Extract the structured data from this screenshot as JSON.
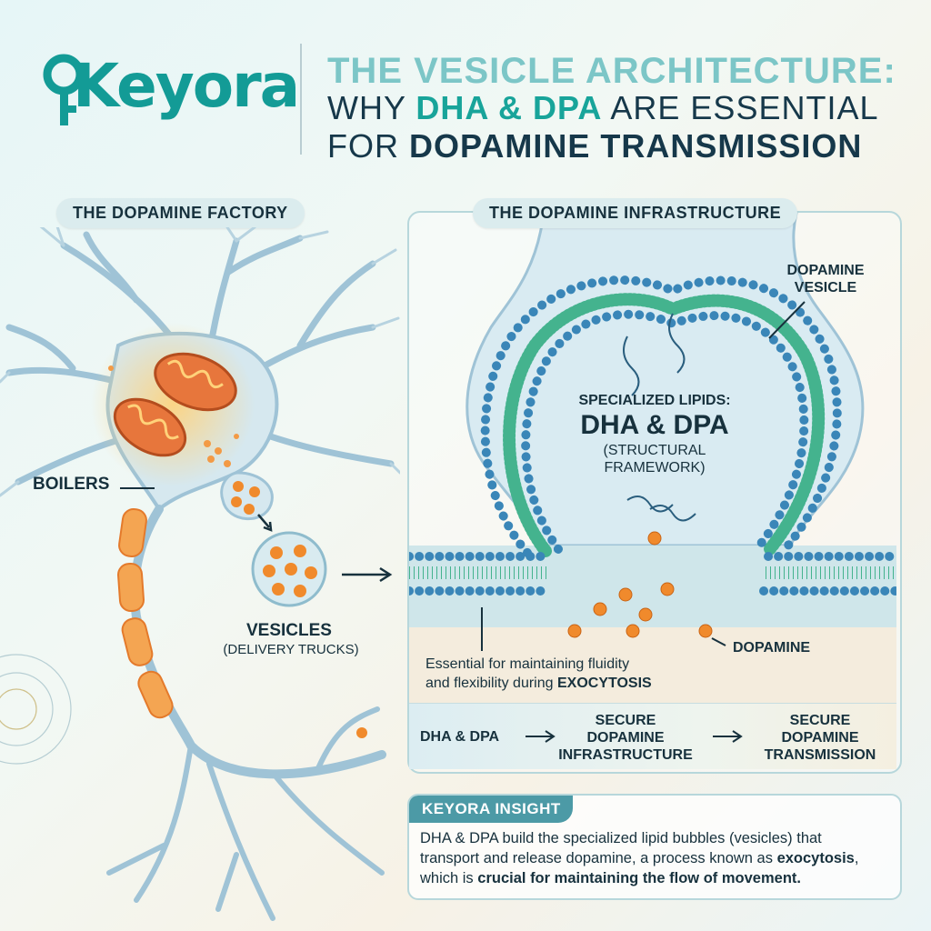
{
  "brand": {
    "name": "Keyora"
  },
  "title": {
    "line1": "THE VESICLE ARCHITECTURE:",
    "line2_pre": "WHY ",
    "line2_hl1": "DHA",
    "line2_amp": " & ",
    "line2_hl2": "DPA",
    "line2_post": " ARE ESSENTIAL",
    "line3_pre": "FOR ",
    "line3_bold": "DOPAMINE TRANSMISSION"
  },
  "factory": {
    "pill": "THE DOPAMINE FACTORY",
    "boilers": "BOILERS",
    "vesicles": "VESICLES",
    "vesicles_sub": "(DELIVERY TRUCKS)"
  },
  "infrastructure": {
    "pill": "THE DOPAMINE INFRASTRUCTURE",
    "vesicle_label_1": "DOPAMINE",
    "vesicle_label_2": "VESICLE",
    "lipids_1": "SPECIALIZED LIPIDS:",
    "lipids_2": "DHA & DPA",
    "lipids_3": "(STRUCTURAL",
    "lipids_4": "FRAMEWORK)",
    "dopamine": "DOPAMINE",
    "fluidity_1": "Essential for maintaining fluidity",
    "fluidity_2_pre": "and flexibility during ",
    "fluidity_2_bold": "EXOCYTOSIS"
  },
  "flow": {
    "step1": "DHA & DPA",
    "step2_1": "SECURE",
    "step2_2": "DOPAMINE",
    "step2_3": "INFRASTRUCTURE",
    "step3_1": "SECURE",
    "step3_2": "DOPAMINE",
    "step3_3": "TRANSMISSION"
  },
  "insight": {
    "title": "KEYORA INSIGHT",
    "t1": "DHA & DPA build the specialized lipid bubbles (vesicles) that",
    "t2_pre": "transport and release dopamine, a process known as ",
    "t2_bold": "exocytosis",
    "t2_post": ",",
    "t3_pre": "which is ",
    "t3_bold": "crucial for maintaining the flow of movement."
  },
  "colors": {
    "teal": "#139b96",
    "navy": "#16384a",
    "dopamine": "#f08a2c",
    "membrane_blue": "#3a86b8",
    "membrane_green": "#44b38e"
  }
}
